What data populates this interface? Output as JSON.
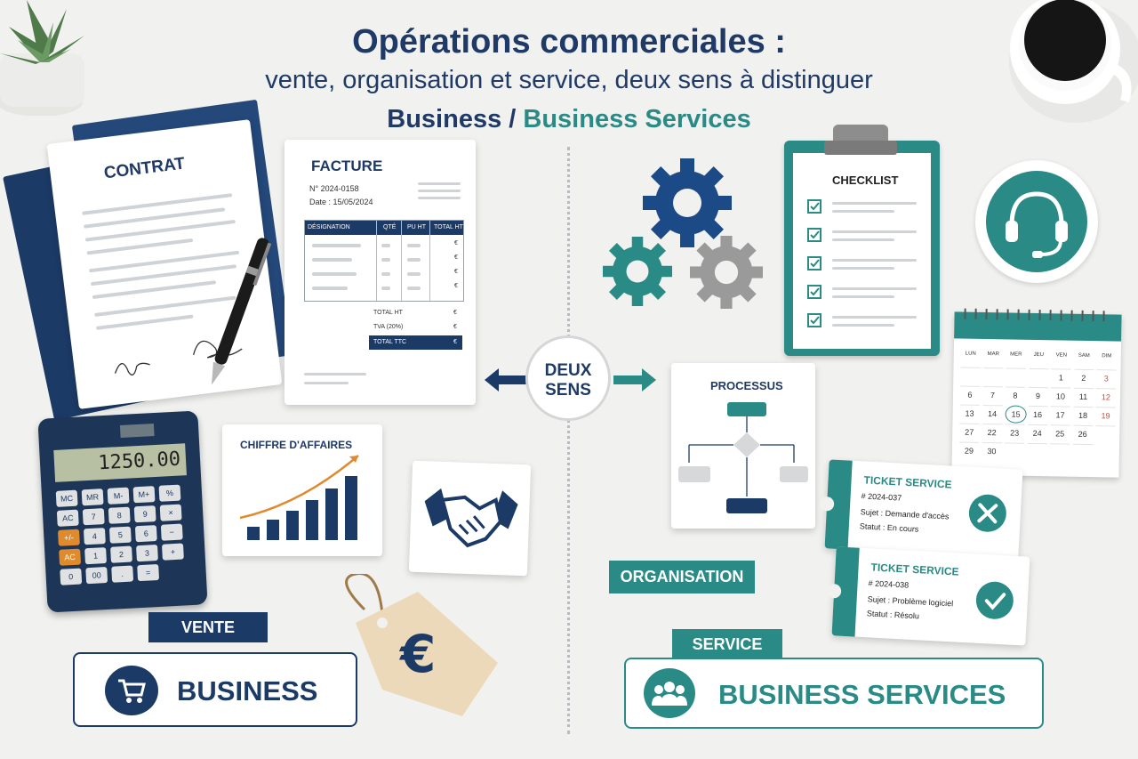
{
  "header": {
    "title": "Opérations commerciales :",
    "subtitle": "vente, organisation et service, deux sens à distinguer",
    "subtitle2_part1": "Business",
    "subtitle2_sep": " / ",
    "subtitle2_part2": "Business Services"
  },
  "contract": {
    "label": "CONTRAT"
  },
  "invoice": {
    "label": "FACTURE",
    "number": "N° 2024-0158",
    "date": "Date : 15/05/2024",
    "columns": [
      "DÉSIGNATION",
      "QTÉ",
      "PU HT",
      "TOTAL HT"
    ],
    "currency": "€",
    "total_ht": "TOTAL HT",
    "tva": "TVA (20%)",
    "total_ttc": "TOTAL TTC"
  },
  "calculator": {
    "display": "1250.00",
    "keys": [
      "MC",
      "MR",
      "M-",
      "M+",
      "%",
      "AC",
      "7",
      "8",
      "9",
      "×",
      "+/-",
      "4",
      "5",
      "6",
      "−",
      "AC",
      "1",
      "2",
      "3",
      "+",
      "0",
      "00",
      ".",
      "="
    ]
  },
  "revenue_card": {
    "label": "CHIFFRE D'AFFAIRES"
  },
  "center": {
    "label_line1": "DEUX",
    "label_line2": "SENS"
  },
  "checklist": {
    "label": "CHECKLIST"
  },
  "process": {
    "label": "PROCESSUS"
  },
  "calendar": {
    "days": [
      "LUN",
      "MAR",
      "MER",
      "JEU",
      "VEN",
      "SAM",
      "DIM"
    ],
    "rows": [
      [
        "",
        "",
        "",
        "",
        "",
        "",
        ""
      ],
      [
        "",
        "",
        "",
        "",
        "",
        "",
        ""
      ],
      [
        "",
        "",
        "",
        "",
        "",
        "",
        ""
      ],
      [
        "",
        "",
        "",
        "",
        "",
        "",
        ""
      ],
      [
        "",
        "",
        "",
        "",
        "",
        "",
        ""
      ]
    ],
    "cells": [
      "",
      "",
      "",
      "",
      "1",
      "2",
      "3",
      "6",
      "7",
      "8",
      "9",
      "10",
      "11",
      "12",
      "13",
      "14",
      "15",
      "16",
      "17",
      "18",
      "19",
      "27",
      "22",
      "23",
      "24",
      "25",
      "26",
      "",
      "29",
      "30",
      "",
      "",
      "",
      ""
    ],
    "highlight": "15"
  },
  "tickets": [
    {
      "title": "TICKET SERVICE",
      "number": "# 2024-037",
      "subject": "Sujet : Demande d'accès",
      "status": "Statut : En cours"
    },
    {
      "title": "TICKET SERVICE",
      "number": "# 2024-038",
      "subject": "Sujet : Problème logiciel",
      "status": "Statut : Résolu"
    }
  ],
  "tags": {
    "vente": "VENTE",
    "organisation": "ORGANISATION",
    "service": "SERVICE"
  },
  "banners": {
    "business": "BUSINESS",
    "business_services": "BUSINESS SERVICES"
  },
  "colors": {
    "navy": "#1c3a66",
    "teal": "#2a8b86",
    "orange": "#e08a2e",
    "background": "#f1f1ef"
  },
  "icons": [
    "plant-icon",
    "coffee-cup-icon",
    "pen-icon",
    "gear-icon",
    "headset-icon",
    "handshake-icon",
    "price-tag-euro-icon",
    "cart-icon",
    "people-icon",
    "wrench-icon",
    "check-circle-icon"
  ]
}
